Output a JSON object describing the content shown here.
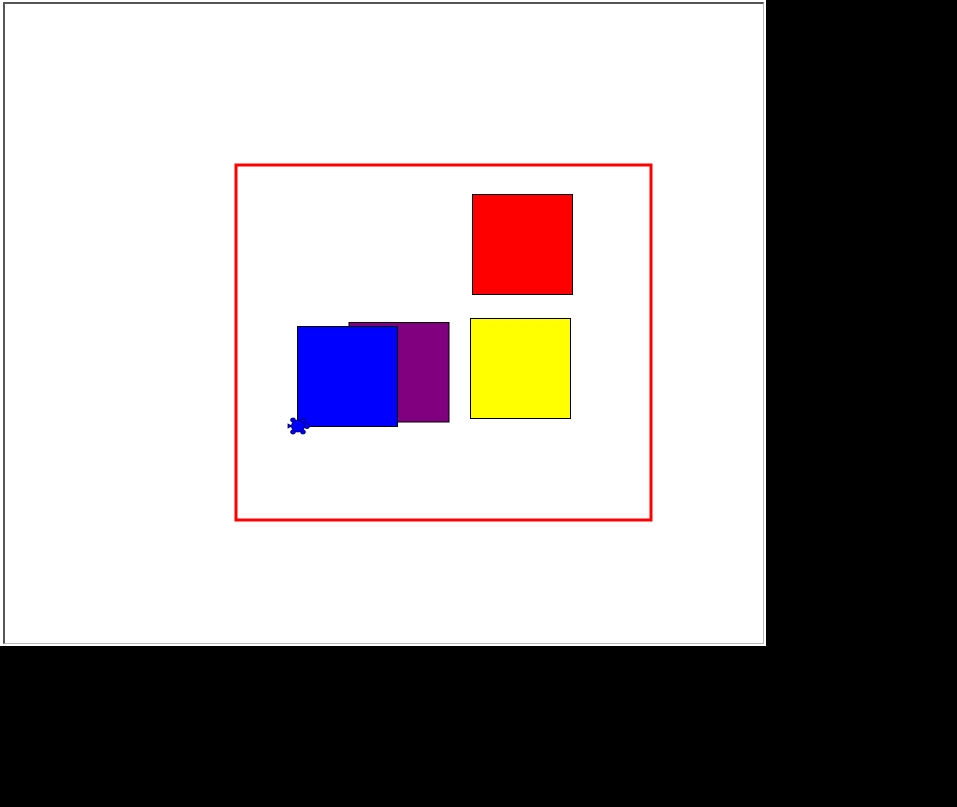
{
  "canvas": {
    "background": "#ffffff"
  },
  "frame": {
    "color": "#ff0000"
  },
  "shapes": [
    {
      "name": "purple-square",
      "color": "#800080"
    },
    {
      "name": "blue-square",
      "color": "#0000ff"
    },
    {
      "name": "red-square",
      "color": "#ff0000"
    },
    {
      "name": "yellow-square",
      "color": "#ffff00"
    }
  ],
  "turtle": {
    "icon": "turtle-icon",
    "color": "#0000ff"
  }
}
